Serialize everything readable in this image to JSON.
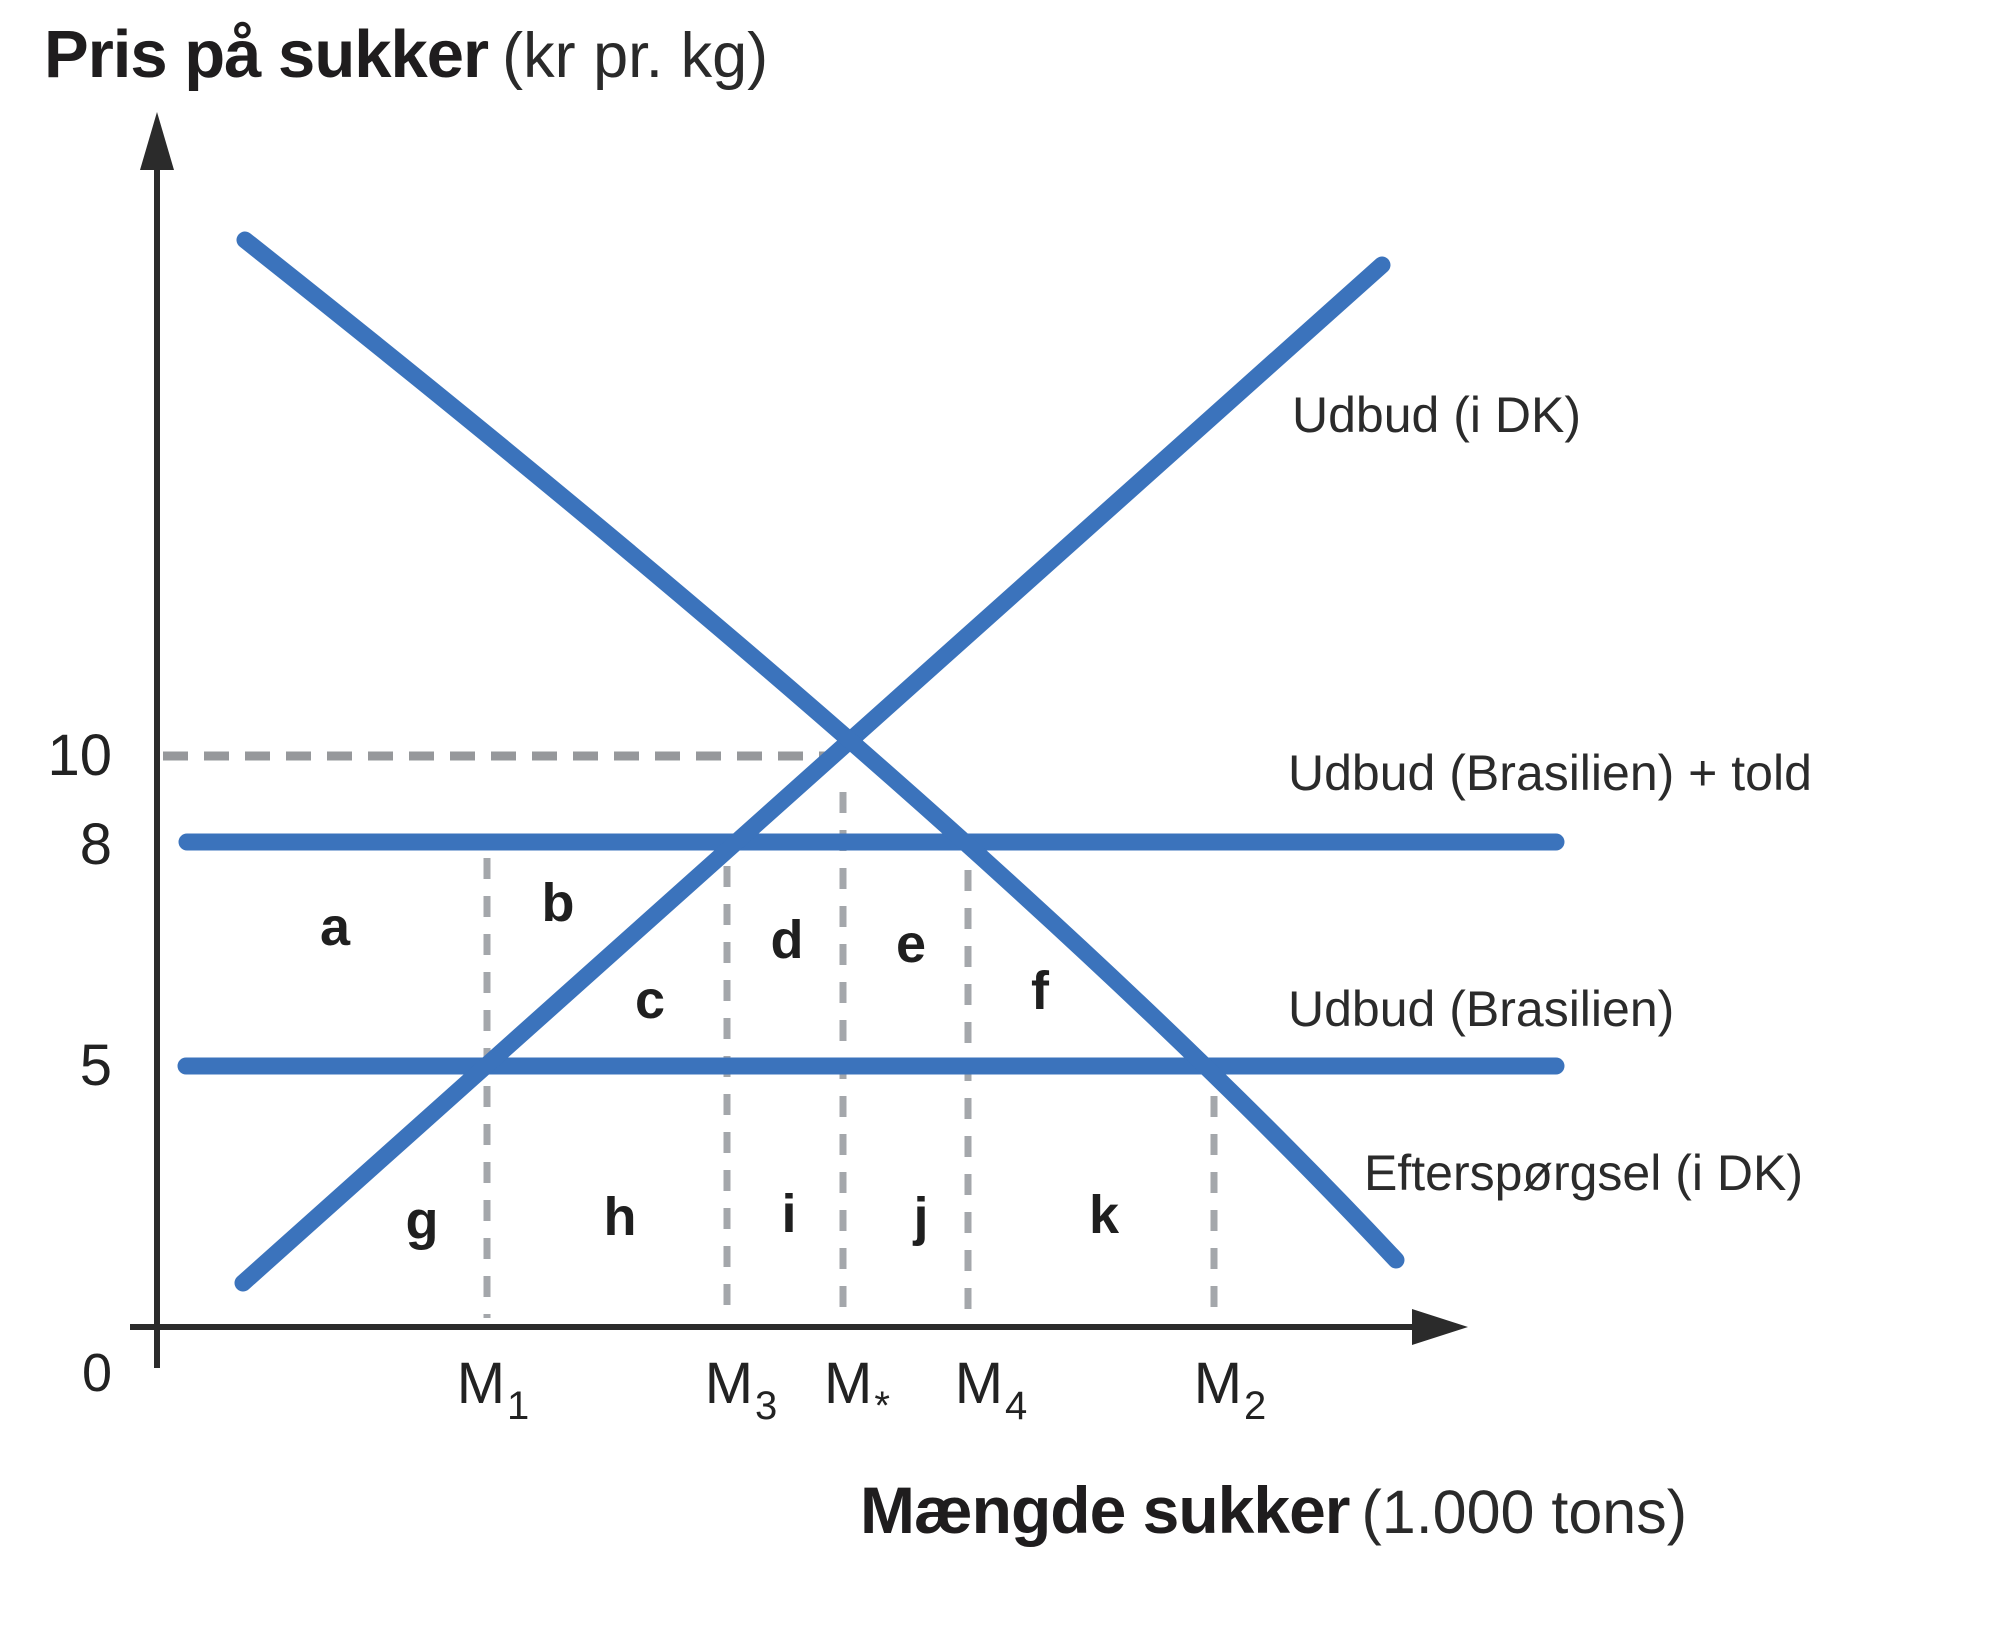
{
  "title": {
    "main": "Pris på sukker",
    "unit": "(kr pr. kg)"
  },
  "x_axis_title": {
    "main": "Mængde sukker",
    "unit": "(1.000 tons)"
  },
  "y_ticks": {
    "p10": "10",
    "p8": "8",
    "p5": "5"
  },
  "origin_label": "0",
  "x_ticks": [
    {
      "base": "M",
      "sub": "1"
    },
    {
      "base": "M",
      "sub": "3"
    },
    {
      "base": "M",
      "sub": "*"
    },
    {
      "base": "M",
      "sub": "4"
    },
    {
      "base": "M",
      "sub": "2"
    }
  ],
  "curve_labels": {
    "supply_dk": "Udbud (i DK)",
    "supply_brazil_tariff": "Udbud (Brasilien) + told",
    "supply_brazil": "Udbud (Brasilien)",
    "demand_dk": "Efterspørgsel (i DK)"
  },
  "region_labels": [
    "a",
    "b",
    "c",
    "d",
    "e",
    "f",
    "g",
    "h",
    "i",
    "j",
    "k"
  ],
  "colors": {
    "line_blue": "#3b73bc",
    "dash_gray": "#a4a7ab",
    "axis_black": "#2b2b2b",
    "text_dark": "#232323"
  },
  "chart_data": {
    "type": "line",
    "title": "Pris på sukker (kr pr. kg)",
    "xlabel": "Mængde sukker (1.000 tons)",
    "ylabel": "Pris på sukker (kr pr. kg)",
    "x_axis": {
      "ticks": [
        "M1",
        "M3",
        "M*",
        "M4",
        "M2"
      ],
      "tick_positions_rel": [
        0.26,
        0.44,
        0.53,
        0.63,
        0.82
      ],
      "origin": "0"
    },
    "y_axis": {
      "ticks": [
        10,
        8,
        5
      ],
      "origin": 0
    },
    "series": [
      {
        "name": "Udbud (i DK)",
        "role": "domestic-supply",
        "shape": "rising-line",
        "points": [
          [
            "M1",
            5
          ],
          [
            "M3",
            8
          ],
          [
            "M*",
            10
          ]
        ]
      },
      {
        "name": "Efterspørgsel (i DK)",
        "role": "domestic-demand",
        "shape": "falling-line",
        "points": [
          [
            "M*",
            10
          ],
          [
            "M4",
            8
          ],
          [
            "M2",
            5
          ]
        ]
      },
      {
        "name": "Udbud (Brasilien) + told",
        "role": "world-supply-with-tariff",
        "shape": "horizontal-line",
        "price": 8
      },
      {
        "name": "Udbud (Brasilien)",
        "role": "world-supply",
        "shape": "horizontal-line",
        "price": 5
      }
    ],
    "equilibrium": {
      "price": 10,
      "quantity": "M*"
    },
    "guides": {
      "horizontal_dashed_at_price": 10,
      "vertical_dashed_at": [
        "M1",
        "M3",
        "M*",
        "M4",
        "M2"
      ]
    },
    "region_labels": [
      "a",
      "b",
      "c",
      "d",
      "e",
      "f",
      "g",
      "h",
      "i",
      "j",
      "k"
    ],
    "legend_position": "right-of-curves",
    "grid": false
  }
}
